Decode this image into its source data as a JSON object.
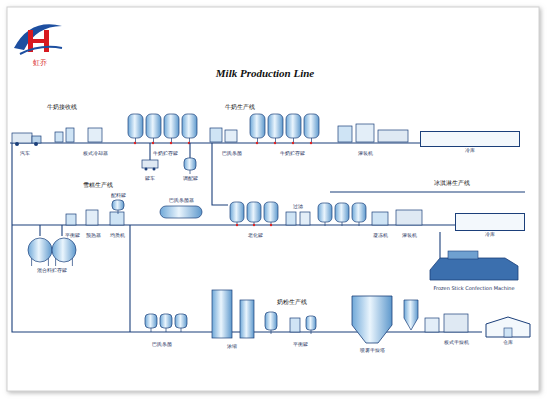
{
  "diagram": {
    "title": "Milk Production Line",
    "nodes": [
      {
        "text": [
          "冷库"
        ]
      },
      {
        "text": [
          "冷库"
        ]
      },
      {
        "text": [
          "仓库"
        ]
      }
    ],
    "labels": [
      "虹乔",
      "牛奶接收线",
      "牛奶生产线",
      "雪糕生产线",
      "冰淇淋生产线",
      "奶粉生产线",
      "汽车",
      "板式冷却器",
      "牛奶贮存罐",
      "罐车",
      "巴氏杀菌",
      "牛奶贮存罐",
      "灌装机",
      "调配罐",
      "平衡罐",
      "预热器",
      "均质机",
      "配料罐",
      "巴氏杀菌器",
      "混合料贮存罐",
      "老化罐",
      "过滤",
      "凝冻机",
      "灌装机",
      "Frozen Stick Confection Machine",
      "巴氏杀菌",
      "浓缩",
      "平衡罐",
      "喷雾干燥塔",
      "板式干燥机"
    ]
  }
}
